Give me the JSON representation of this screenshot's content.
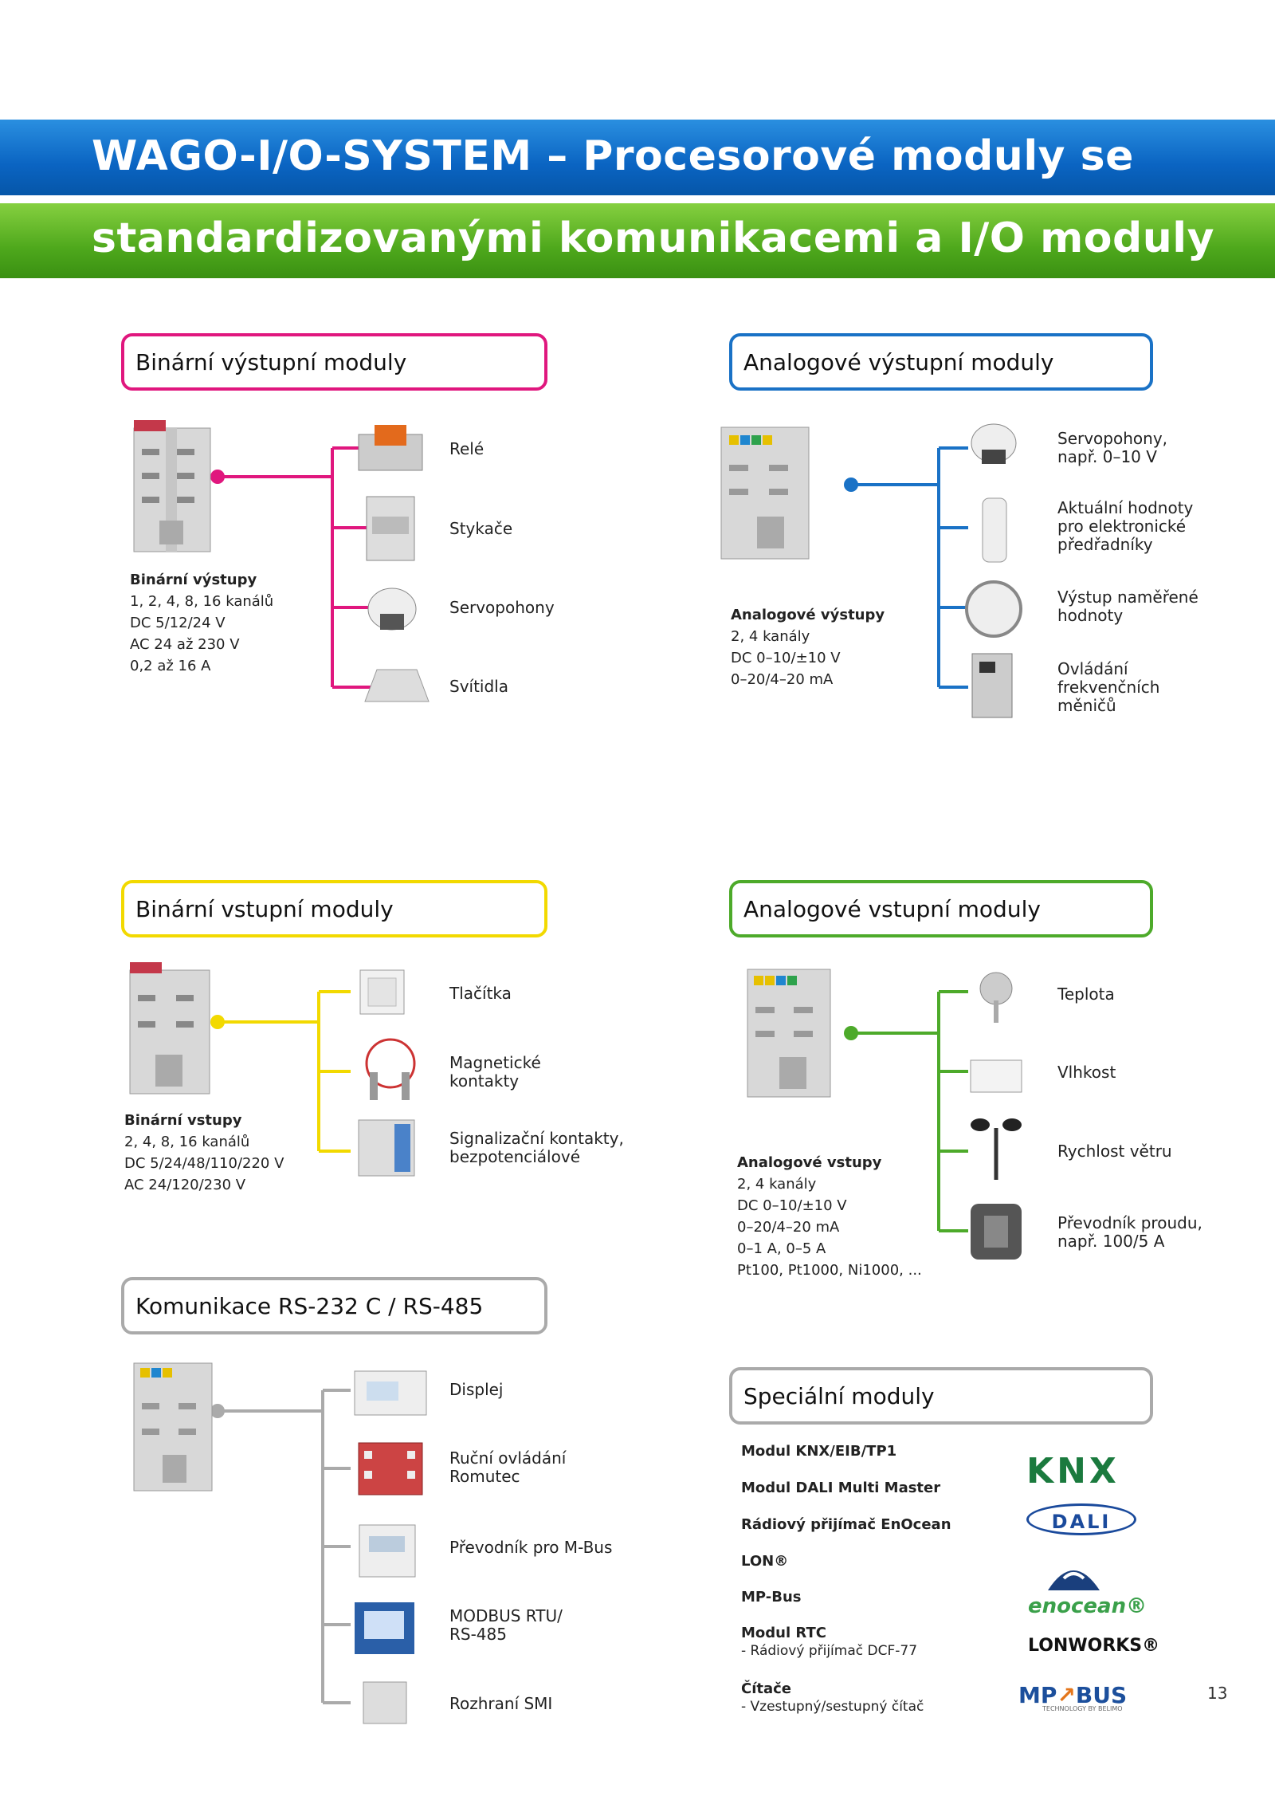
{
  "header": {
    "line1": "WAGO-I/O-SYSTEM – Procesorové moduly se",
    "line2": "standardizovanými komunikacemi a I/O moduly"
  },
  "sections": {
    "bin_out": {
      "title": "Binární výstupní moduly",
      "color": "#e0177e",
      "info_title": "Binární výstupy",
      "info_lines": [
        "1, 2, 4, 8, 16 kanálů",
        "DC 5/12/24 V",
        "AC 24 až 230 V",
        "0,2 až 16 A"
      ],
      "items": [
        "Relé",
        "Stykače",
        "Servopohony",
        "Svítidla"
      ]
    },
    "an_out": {
      "title": "Analogové výstupní moduly",
      "color": "#1a72c6",
      "info_title": "Analogové výstupy",
      "info_lines": [
        "2, 4 kanály",
        "DC 0–10/±10 V",
        "0–20/4–20 mA"
      ],
      "items": [
        "Servopohony,\nnapř. 0–10 V",
        "Aktuální hodnoty\npro elektronické\npředřadníky",
        "Výstup naměřené\nhodnoty",
        "Ovládání\nfrekvenčních\nměničů"
      ]
    },
    "bin_in": {
      "title": "Binární vstupní moduly",
      "color": "#f2d900",
      "info_title": "Binární vstupy",
      "info_lines": [
        "2, 4, 8, 16 kanálů",
        "DC 5/24/48/110/220 V",
        "AC 24/120/230 V"
      ],
      "items": [
        "Tlačítka",
        "Magnetické\nkontakty",
        "Signalizační kontakty,\nbezpotenciálové"
      ]
    },
    "an_in": {
      "title": "Analogové vstupní moduly",
      "color": "#4daa2a",
      "info_title": "Analogové vstupy",
      "info_lines": [
        "2, 4 kanály",
        "DC 0–10/±10 V",
        "0–20/4–20 mA",
        "0–1 A, 0–5 A",
        "Pt100, Pt1000, Ni1000, ..."
      ],
      "items": [
        "Teplota",
        "Vlhkost",
        "Rychlost větru",
        "Převodník proudu,\nnapř. 100/5 A"
      ]
    },
    "comm": {
      "title": "Komunikace RS-232 C / RS-485",
      "color": "#aaaaaa",
      "items": [
        "Displej",
        "Ruční ovládání\nRomutec",
        "Převodník pro M-Bus",
        "MODBUS RTU/\nRS-485",
        "Rozhraní SMI"
      ]
    },
    "special": {
      "title": "Speciální moduly",
      "color": "#aaaaaa",
      "entries": [
        {
          "title": "Modul KNX/EIB/TP1",
          "sub": ""
        },
        {
          "title": "Modul DALI Multi Master",
          "sub": ""
        },
        {
          "title": "Rádiový přijímač EnOcean",
          "sub": ""
        },
        {
          "title": "LON®",
          "sub": ""
        },
        {
          "title": "MP-Bus",
          "sub": ""
        },
        {
          "title": "Modul RTC",
          "sub": "- Rádiový přijímač DCF-77"
        },
        {
          "title": "Čítače",
          "sub": "- Vzestupný/sestupný čítač"
        }
      ],
      "logos": {
        "knx": "KNX",
        "dali": "DALI",
        "enocean": "enocean®",
        "lonworks": "LONWORKS®",
        "mpbus": "MP",
        "mpbus_bus": "BUS",
        "mpbus_sub": "TECHNOLOGY BY BELIMO"
      }
    }
  },
  "page_number": "13"
}
